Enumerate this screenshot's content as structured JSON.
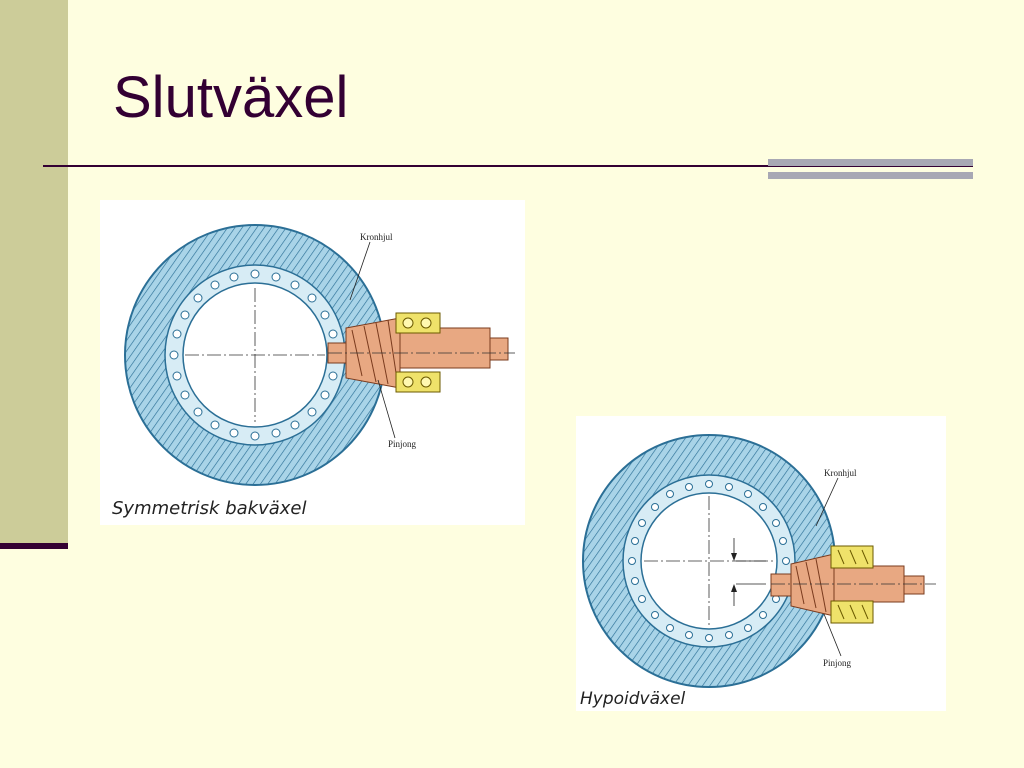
{
  "slide": {
    "title": "Slutväxel"
  },
  "figures": [
    {
      "caption": "Symmetrisk bakväxel",
      "labels": {
        "ring_gear": "Kronhjul",
        "pinion": "Pinjong"
      }
    },
    {
      "caption": "Hypoidväxel",
      "labels": {
        "ring_gear": "Kronhjul",
        "pinion": "Pinjong"
      }
    }
  ],
  "colors": {
    "background": "#fefee0",
    "sidebar": "#cccc99",
    "title": "#330033",
    "gear_blue": "#a9d4e8",
    "gear_stroke": "#2b6f96",
    "pinion": "#e8a882",
    "bearing": "#efe26a"
  }
}
